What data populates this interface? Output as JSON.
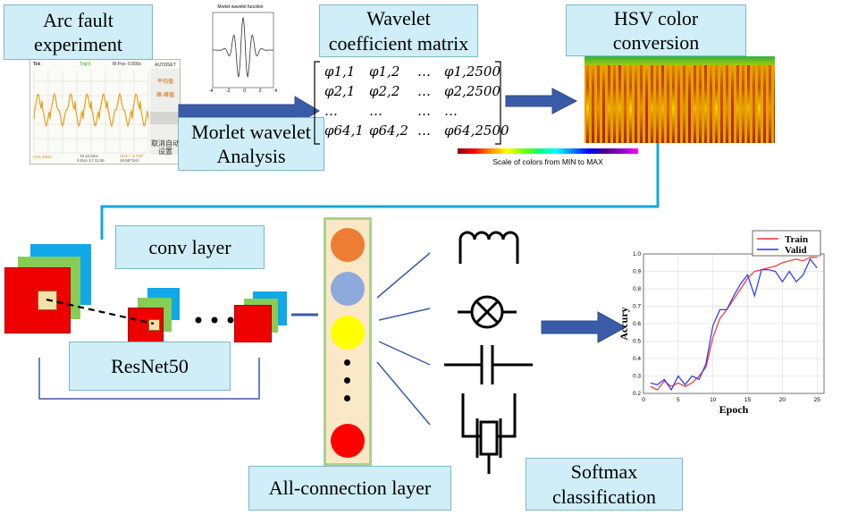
{
  "labels": {
    "arc_fault": "Arc fault experiment",
    "wavelet_matrix": "Wavelet coefficient matrix",
    "hsv": "HSV color conversion",
    "morlet": "Morlet wavelet Analysis",
    "conv_layer": "conv layer",
    "resnet": "ResNet50",
    "all_connection": "All-connection layer",
    "softmax": "Softmax classification"
  },
  "morlet_plot": {
    "title": "Morlet wavelet function",
    "x_ticks": [
      "-4",
      "-2",
      "0",
      "2",
      "4"
    ]
  },
  "matrix": {
    "rows": [
      [
        "φ1,1",
        "φ1,2",
        "…",
        "φ1,2500"
      ],
      [
        "φ2,1",
        "φ2,2",
        "…",
        "φ2,2500"
      ],
      [
        "…",
        "…",
        "…",
        "…"
      ],
      [
        "φ64,1",
        "φ64,2",
        "…",
        "φ64,2500"
      ]
    ]
  },
  "colorbar": {
    "caption": "Scale of colors from MIN to MAX"
  },
  "oscilloscope": {
    "brand": "Tek",
    "status": "Trig'd",
    "pos": "M Pos: 0.000s",
    "menu_top": "AUTOSET",
    "menu_a": "平均值",
    "menu_b": "峰-峰值",
    "menu_c": "取消自动设置",
    "ch": "CH1 200V",
    "time": "M 10.0ms",
    "date": "4-Dec-17 11:06",
    "freq": "CH1 / -1.72V",
    "extra": "49.9871Hz"
  },
  "icons": [
    "inductor-icon",
    "lamp-icon",
    "capacitor-icon",
    "crystal-icon"
  ],
  "chart_data": {
    "type": "line",
    "xlabel": "Epoch",
    "ylabel": "Accury",
    "xlim": [
      0,
      26
    ],
    "ylim": [
      0.2,
      1.0
    ],
    "x_ticks": [
      0,
      5,
      10,
      15,
      20,
      25
    ],
    "y_ticks": [
      0.2,
      0.3,
      0.4,
      0.5,
      0.6,
      0.7,
      0.8,
      0.9,
      1.0
    ],
    "grid": true,
    "legend": "top-right",
    "x": [
      1,
      2,
      3,
      4,
      5,
      6,
      7,
      8,
      9,
      10,
      11,
      12,
      13,
      14,
      15,
      16,
      17,
      18,
      19,
      20,
      21,
      22,
      23,
      24,
      25
    ],
    "series": [
      {
        "name": "Train",
        "color": "#ff3030",
        "values": [
          0.24,
          0.22,
          0.27,
          0.24,
          0.26,
          0.24,
          0.26,
          0.3,
          0.35,
          0.52,
          0.63,
          0.68,
          0.74,
          0.8,
          0.86,
          0.9,
          0.91,
          0.92,
          0.93,
          0.95,
          0.96,
          0.97,
          0.96,
          0.98,
          0.98
        ]
      },
      {
        "name": "Valid",
        "color": "#2a33ff",
        "values": [
          0.26,
          0.25,
          0.28,
          0.22,
          0.3,
          0.25,
          0.3,
          0.28,
          0.37,
          0.59,
          0.68,
          0.68,
          0.76,
          0.83,
          0.88,
          0.76,
          0.91,
          0.91,
          0.9,
          0.84,
          0.9,
          0.84,
          0.88,
          0.97,
          0.92
        ]
      }
    ]
  }
}
